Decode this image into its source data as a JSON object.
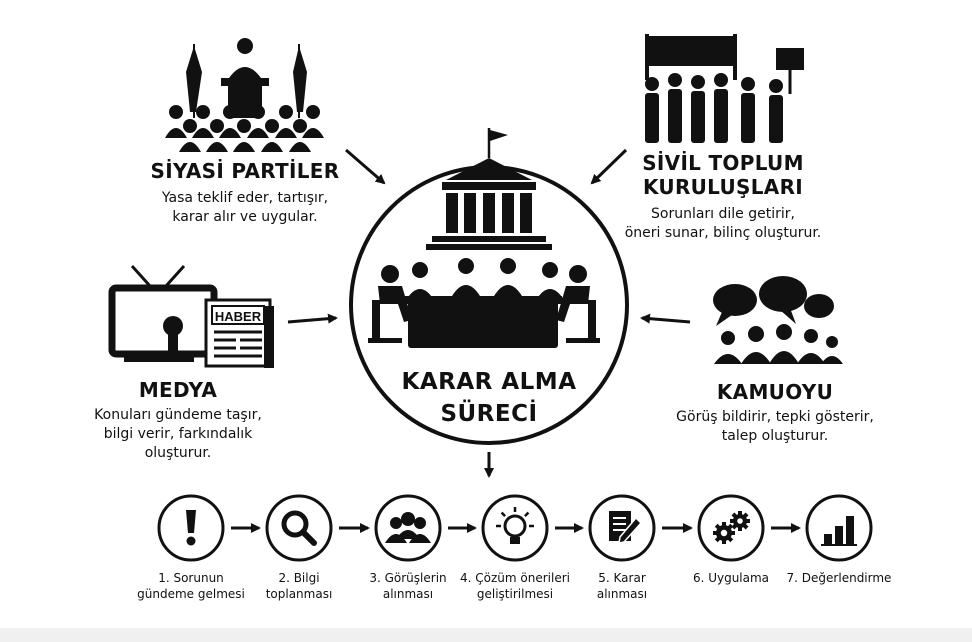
{
  "center": {
    "title_line1": "KARAR ALMA",
    "title_line2": "SÜRECİ"
  },
  "actors": [
    {
      "id": "siyasi",
      "title_lines": [
        "SİYASİ PARTİLER"
      ],
      "desc_lines": [
        "Yasa teklif eder, tartışır,",
        "karar alır ve uygular."
      ]
    },
    {
      "id": "stk",
      "title_lines": [
        "SİVİL TOPLUM",
        "KURULUŞLARI"
      ],
      "desc_lines": [
        "Sorunları dile getirir,",
        "öneri sunar, bilinç oluşturur."
      ]
    },
    {
      "id": "medya",
      "title_lines": [
        "MEDYA"
      ],
      "desc_lines": [
        "Konuları gündeme taşır,",
        "bilgi verir, farkındalık",
        "oluşturur."
      ]
    },
    {
      "id": "kamuoyu",
      "title_lines": [
        "KAMUOYU"
      ],
      "desc_lines": [
        "Görüş bildirir, tepki gösterir,",
        "talep oluşturur."
      ]
    }
  ],
  "newspaper_label": "HABER",
  "steps": [
    {
      "icon": "exclamation-icon",
      "lines": [
        "1. Sorunun",
        "gündeme gelmesi"
      ]
    },
    {
      "icon": "magnifier-icon",
      "lines": [
        "2. Bilgi",
        "toplanması"
      ]
    },
    {
      "icon": "group-icon",
      "lines": [
        "3. Görüşlerin",
        "alınması"
      ]
    },
    {
      "icon": "lightbulb-icon",
      "lines": [
        "4. Çözüm önerileri",
        "geliştirilmesi"
      ]
    },
    {
      "icon": "document-pen-icon",
      "lines": [
        "5. Karar",
        "alınması"
      ]
    },
    {
      "icon": "gears-icon",
      "lines": [
        "6. Uygulama"
      ]
    },
    {
      "icon": "bar-chart-icon",
      "lines": [
        "7. Değerlendirme"
      ]
    }
  ],
  "colors": {
    "ink": "#111111",
    "background": "#ffffff",
    "bottom_band": "#f0f0f0"
  }
}
